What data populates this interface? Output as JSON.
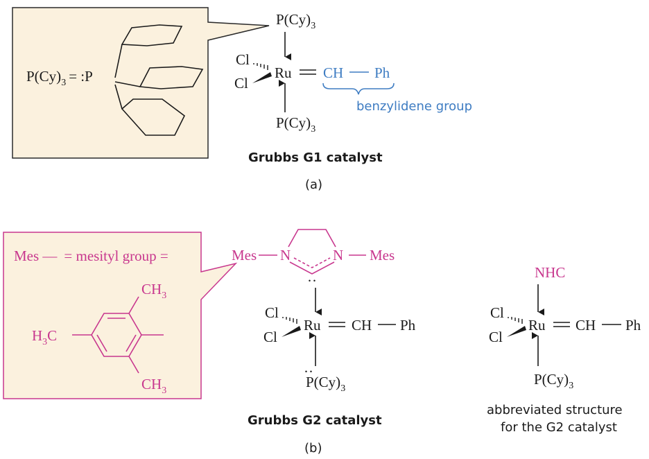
{
  "colors": {
    "box_fill": "#fbf1de",
    "box_stroke": "#2a2a2a",
    "benzylidene_blue": "#3e7cc2",
    "carbene_magenta": "#c8378e",
    "ink": "#1a1a1a"
  },
  "panel_a": {
    "ligand_definition": "P(Cy)",
    "ligand_sub": "3",
    "equals_phosphorus": "= :P",
    "ligand_top": "P(Cy)",
    "ligand_top_sub": "3",
    "ligand_bottom": "P(Cy)",
    "ligand_bottom_sub": "3",
    "chloride_upper": "Cl",
    "chloride_lower": "Cl",
    "metal": "Ru",
    "alkylidene_carbon": "CH",
    "phenyl": "Ph",
    "group_label": "benzylidene group",
    "caption": "Grubbs G1 catalyst",
    "panel_label": "(a)"
  },
  "panel_b": {
    "mes_definition": "Mes —",
    "mes_equals": "= mesityl group =",
    "ch3_top": "CH",
    "ch3_top_sub": "3",
    "h3c_left": "H",
    "h3c_left_sub": "3",
    "h3c_left_c": "C",
    "ch3_bottom": "CH",
    "ch3_bottom_sub": "3",
    "mes_left": "Mes",
    "mes_right": "Mes",
    "nitrogen_left": "N",
    "nitrogen_right": "N",
    "carbene_dots": "··",
    "chloride_upper": "Cl",
    "chloride_lower": "Cl",
    "metal": "Ru",
    "alkylidene_carbon": "CH",
    "phenyl": "Ph",
    "phosphine_dots": "··",
    "phosphine": "P(Cy)",
    "phosphine_sub": "3",
    "caption": "Grubbs G2 catalyst",
    "panel_label": "(b)"
  },
  "abbreviated": {
    "ligand_top": "NHC",
    "chloride_upper": "Cl",
    "chloride_lower": "Cl",
    "metal": "Ru",
    "alkylidene_carbon": "CH",
    "phenyl": "Ph",
    "phosphine": "P(Cy)",
    "phosphine_sub": "3",
    "caption_line1": "abbreviated structure",
    "caption_line2": "for the G2 catalyst"
  }
}
